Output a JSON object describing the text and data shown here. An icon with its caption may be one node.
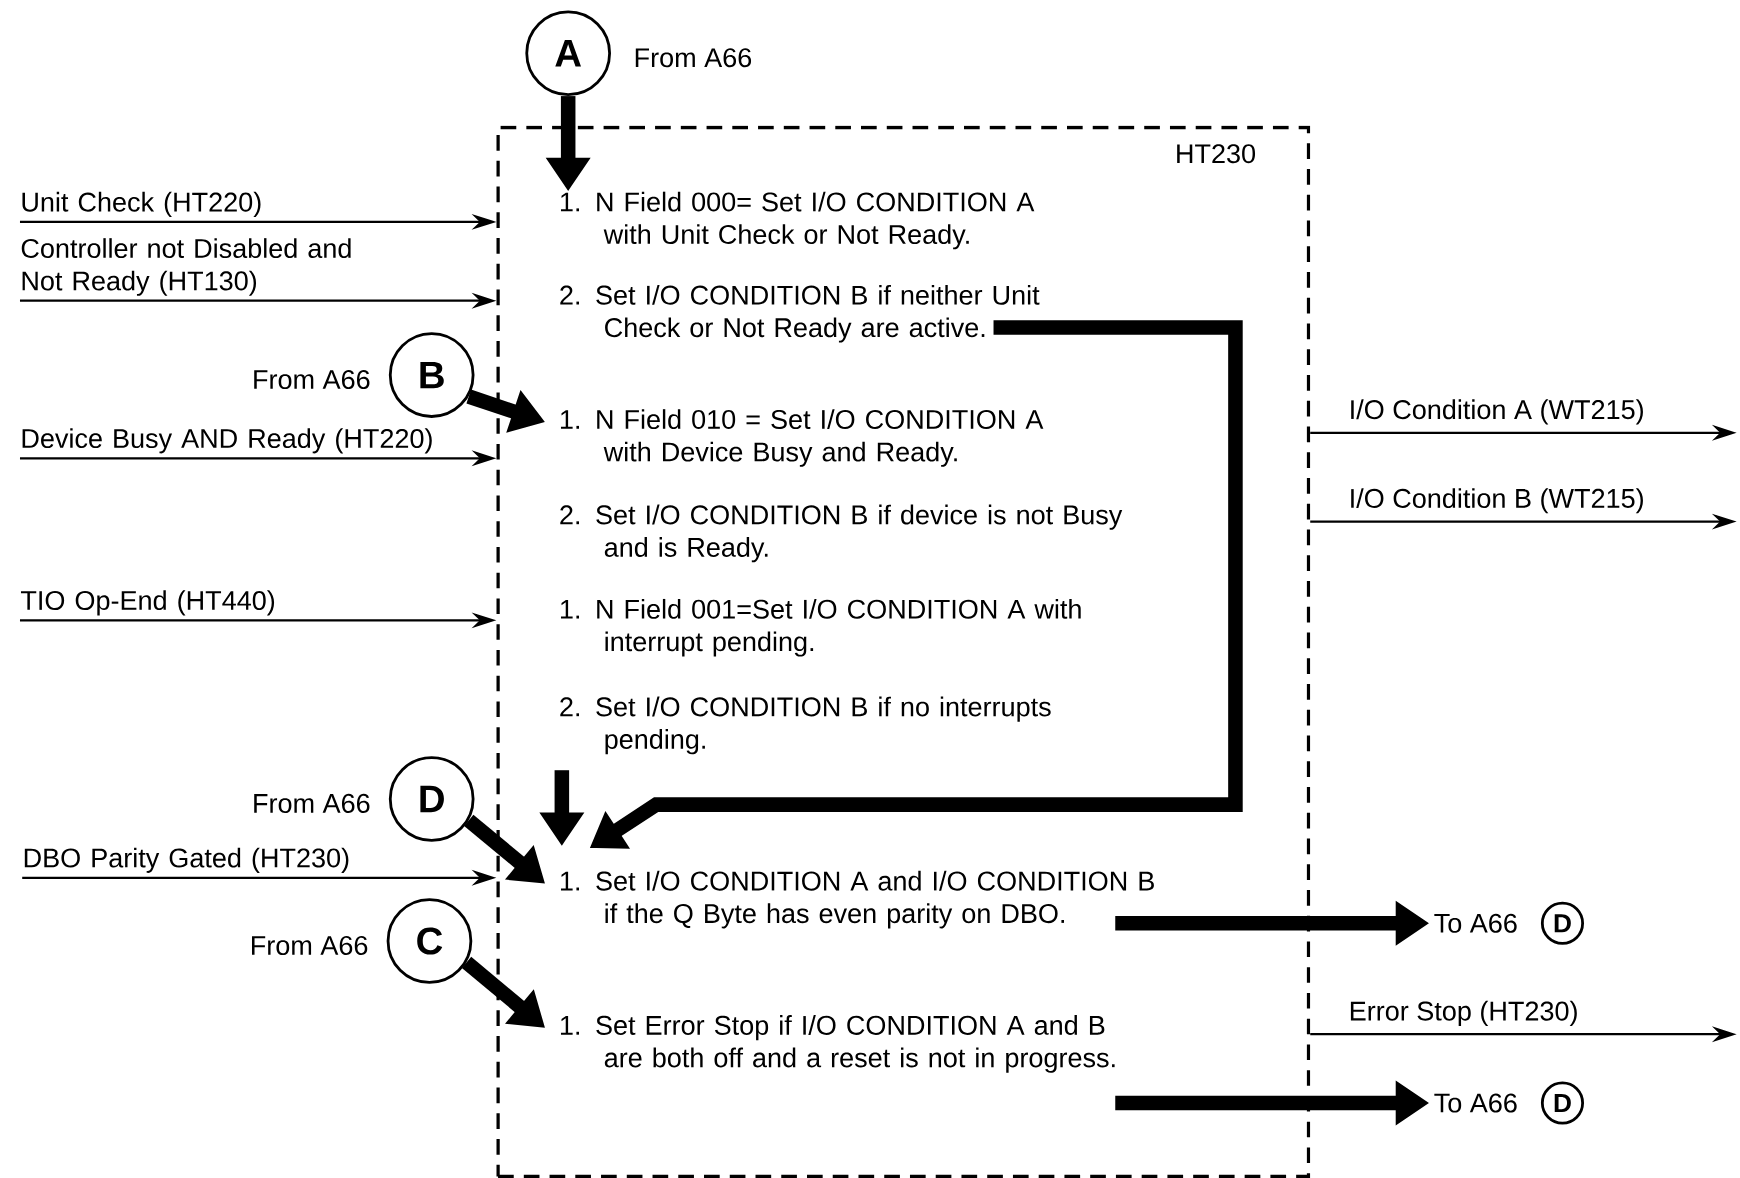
{
  "diagram": {
    "nodes": [
      {
        "text": [
          "HT230"
        ]
      },
      {
        "text": [
          "A"
        ],
        "beside": [
          "From A66"
        ]
      },
      {
        "text": [
          "1. N Field 000= Set I/O CONDITION A with Unit Check or Not Ready."
        ],
        "in": 0
      },
      {
        "text": [
          "2. Set I/O CONDITION B if neither Unit Check or Not Ready are active."
        ],
        "in": 0
      },
      {
        "text": [
          "B"
        ],
        "beside": [
          "From A66"
        ]
      },
      {
        "text": [
          "1. N Field 010 = Set I/O CONDITION A with Device Busy and Ready."
        ],
        "in": 0
      },
      {
        "text": [
          "2. Set I/O CONDITION B if device is not Busy and is Ready."
        ],
        "in": 0
      },
      {
        "text": [
          "1. N Field 001=Set I/O CONDITION A with interrupt pending."
        ],
        "in": 0
      },
      {
        "text": [
          "2. Set I/O CONDITION B if no interrupts pending."
        ],
        "in": 0
      },
      {
        "text": [
          "D"
        ],
        "beside": [
          "From A66"
        ]
      },
      {
        "text": [
          "1. Set I/O CONDITION A and I/O CONDITION B if the Q Byte has even parity on DBO."
        ],
        "in": 0
      },
      {
        "text": [
          "C"
        ],
        "beside": [
          "From A66"
        ]
      },
      {
        "text": [
          "1. Set Error Stop if I/O CONDITION A and B are both off and a reset is not in progress."
        ],
        "in": 0
      },
      {
        "text": [
          "To A66"
        ]
      },
      {
        "text": [
          "D"
        ]
      },
      {
        "text": [
          "To A66"
        ]
      },
      {
        "text": [
          "D"
        ]
      },
      {
        "text": [
          "Unit Check (HT220)"
        ]
      },
      {
        "text": [
          "Controller not Disabled and Not Ready (HT130)"
        ]
      },
      {
        "text": [
          "Device Busy AND Ready (HT220)"
        ]
      },
      {
        "text": [
          "TIO Op-End (HT440)"
        ]
      },
      {
        "text": [
          "DBO Parity Gated (HT230)"
        ]
      }
    ],
    "edges": [
      {
        "from": 1,
        "to": 2,
        "arrow": "to",
        "style": "thick"
      },
      {
        "from": 4,
        "to": 5,
        "arrow": "to",
        "style": "thick"
      },
      {
        "from": 9,
        "to": 10,
        "arrow": "to",
        "style": "thick"
      },
      {
        "from": 3,
        "to": 10,
        "arrow": "to",
        "style": "thick"
      },
      {
        "from": 8,
        "to": 10,
        "arrow": "to",
        "style": "thick"
      },
      {
        "from": 11,
        "to": 12,
        "arrow": "to",
        "style": "thick"
      },
      {
        "from": 10,
        "to": 13,
        "arrow": "to",
        "style": "thick"
      },
      {
        "from": 12,
        "to": 15,
        "arrow": "to",
        "style": "thick"
      },
      {
        "from": 17,
        "to": 0,
        "arrow": "to"
      },
      {
        "from": 18,
        "to": 0,
        "arrow": "to"
      },
      {
        "from": 19,
        "to": 0,
        "arrow": "to"
      },
      {
        "from": 20,
        "to": 0,
        "arrow": "to"
      },
      {
        "from": 21,
        "to": 0,
        "arrow": "to"
      },
      {
        "from": 0,
        "to": null,
        "arrow": "to",
        "label": "I/O Condition A (WT215)"
      },
      {
        "from": 0,
        "to": null,
        "arrow": "to",
        "label": "I/O Condition B (WT215)"
      },
      {
        "from": 0,
        "to": null,
        "arrow": "to",
        "label": "Error Stop (HT230)"
      }
    ]
  }
}
